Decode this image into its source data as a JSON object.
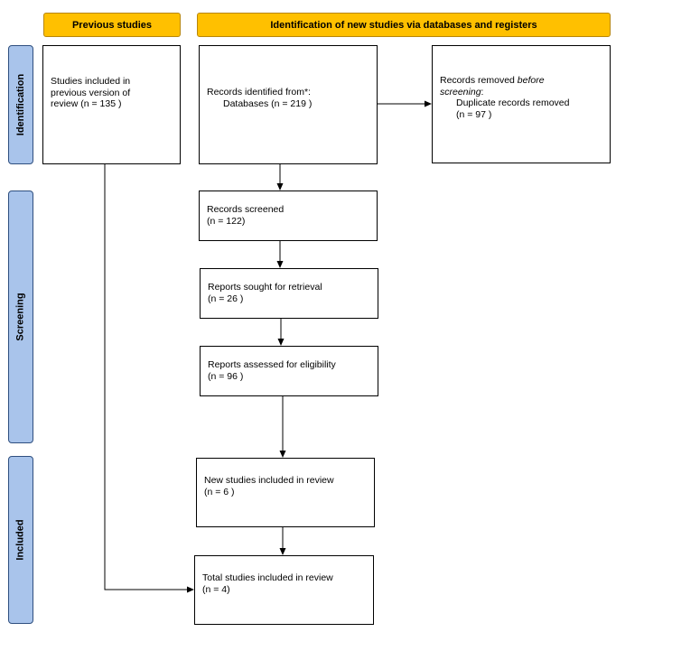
{
  "headers": {
    "previous": "Previous studies",
    "new": "Identification of new studies via databases and registers"
  },
  "phases": {
    "identification": "Identification",
    "screening": "Screening",
    "included": "Included"
  },
  "boxes": {
    "previous": {
      "line1": "Studies included in",
      "line2": "previous version of",
      "line3": "review (n = 135 )"
    },
    "identified": {
      "line1": "Records identified from*:",
      "line2": "Databases (n = 219 )"
    },
    "removed": {
      "line1_pre": "Records removed ",
      "line1_em": "before",
      "line2_em": "screening",
      "line2_post": ":",
      "line3": "Duplicate records removed",
      "line4": "(n = 97 )"
    },
    "screened": {
      "line1": "Records screened",
      "line2": "(n = 122)"
    },
    "sought": {
      "line1": "Reports sought for retrieval",
      "line2": "(n = 26 )"
    },
    "assessed": {
      "line1": "Reports assessed for eligibility",
      "line2": "(n = 96 )"
    },
    "new_included": {
      "line1": "New studies included in review",
      "line2": "(n = 6 )"
    },
    "total_included": {
      "line1": "Total studies included in review",
      "line2": "(n = 4)"
    }
  }
}
